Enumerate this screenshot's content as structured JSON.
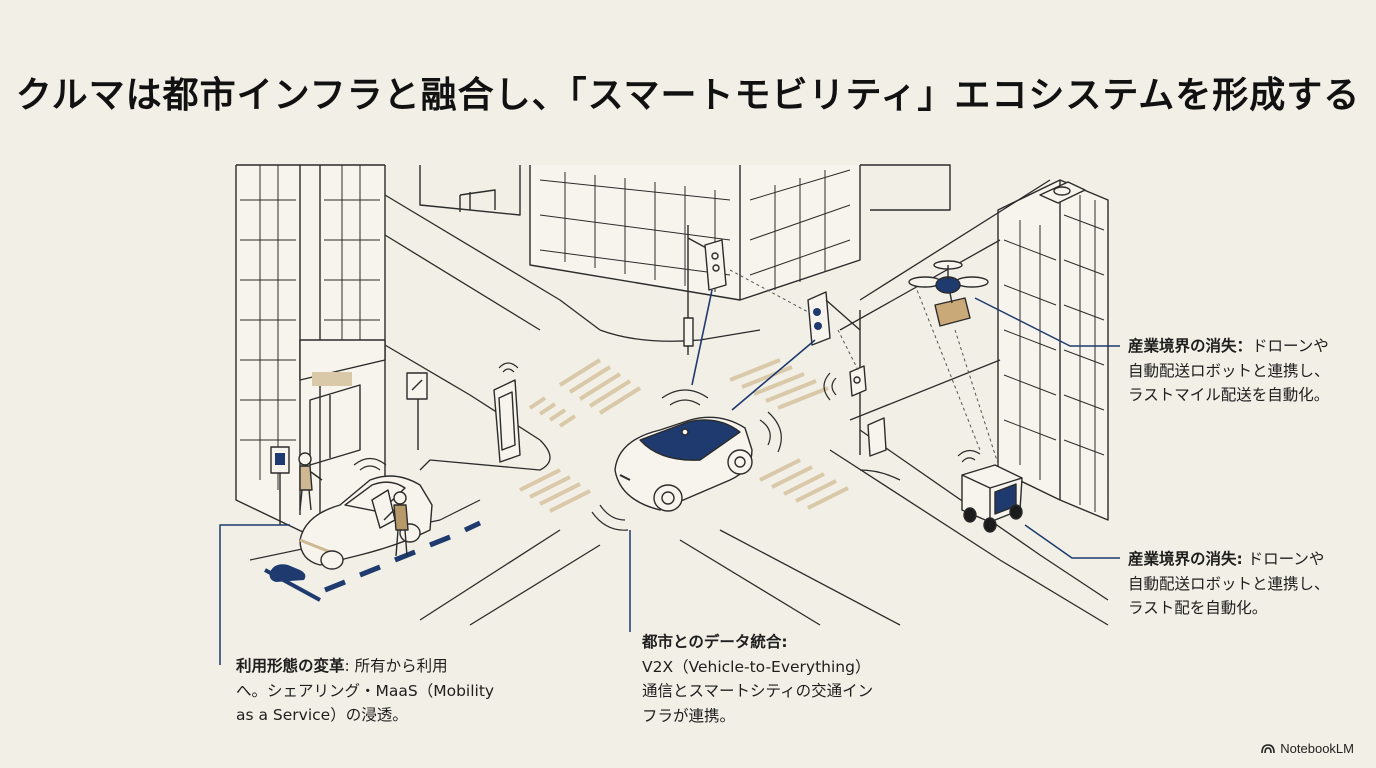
{
  "title": "クルマは都市インフラと融合し、「スマートモビリティ」エコシステムを形成する",
  "callouts": {
    "top_right": {
      "heading": "産業境界の消失：",
      "line1_rest": "ドローンや",
      "line2": "自動配送ロボットと連携し、",
      "line3": "ラストマイル配送を自動化。"
    },
    "mid_right": {
      "heading": "産業境界の消失:",
      "line1_rest": " ドローンや",
      "line2": "自動配送ロボットと連携し、",
      "line3": "ラスト配を自動化。"
    },
    "center": {
      "heading": "都市とのデータ統合:",
      "line2": "V2X（Vehicle-to-Everything）",
      "line3": "通信とスマートシティの交通イン",
      "line4": "フラが連携。"
    },
    "left": {
      "heading": "利用形態の変革",
      "line1_rest": ": 所有から利用",
      "line2": "へ。シェアリング・MaaS（Mobility",
      "line3": "as a Service）の浸透。"
    }
  },
  "brand": "NotebookLM",
  "colors": {
    "navy": "#1e3a6e",
    "line": "#2b2b2b",
    "bg": "#f1efe6",
    "crosswalk": "#d9c9a8",
    "accent_tan": "#cdb892"
  }
}
